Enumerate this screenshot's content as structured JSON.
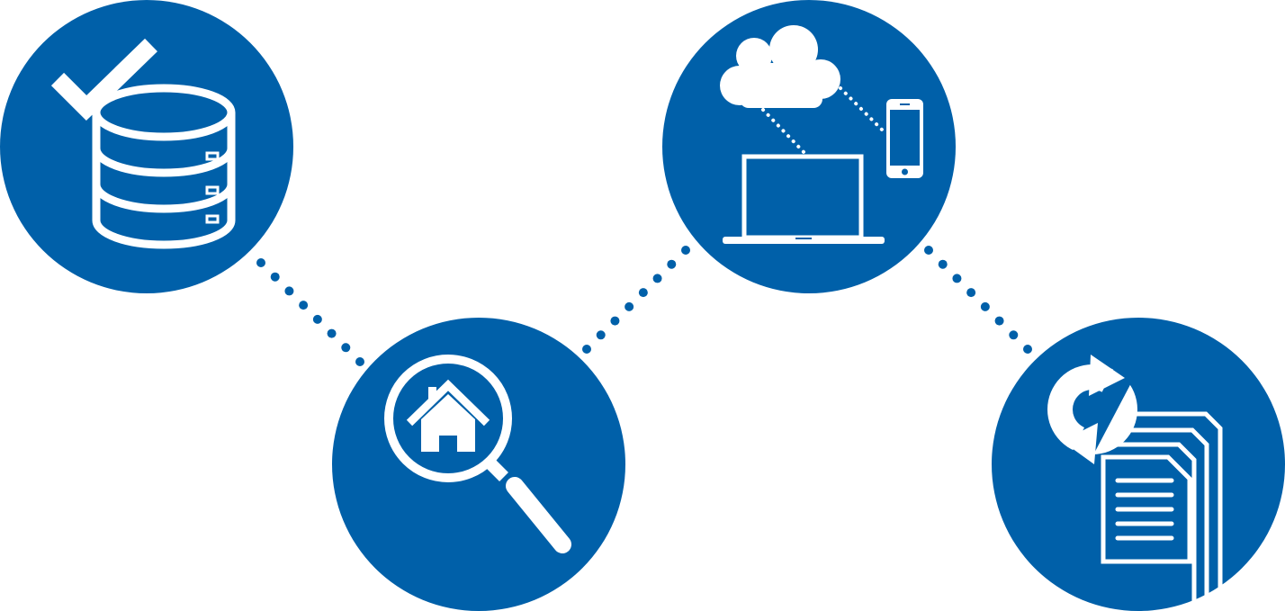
{
  "colors": {
    "circle": "#0060a9",
    "icon": "#ffffff",
    "connector": "#0060a9",
    "background": "#ffffff"
  },
  "nodes": [
    {
      "icon": "database-check-icon"
    },
    {
      "icon": "home-search-icon"
    },
    {
      "icon": "cloud-devices-sync-icon"
    },
    {
      "icon": "document-sync-icon"
    }
  ],
  "connectors": [
    {
      "from": "database-check-icon",
      "to": "home-search-icon",
      "style": "dotted"
    },
    {
      "from": "home-search-icon",
      "to": "cloud-devices-sync-icon",
      "style": "dotted"
    },
    {
      "from": "cloud-devices-sync-icon",
      "to": "document-sync-icon",
      "style": "dotted"
    }
  ]
}
